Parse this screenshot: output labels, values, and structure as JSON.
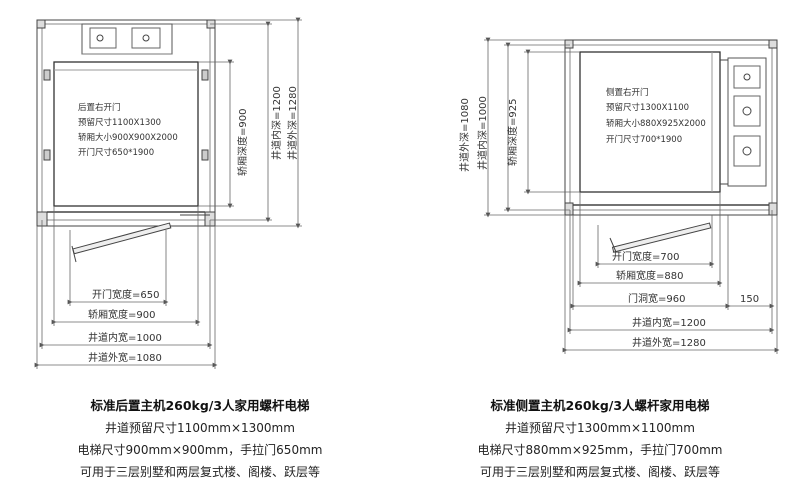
{
  "left": {
    "notes": [
      "后置右开门",
      "预留尺寸1100X1300",
      "轿厢大小900X900X2000",
      "开门尺寸650*1900"
    ],
    "dims": {
      "car_depth": "轿厢深度=900",
      "shaft_inner_depth": "井道内深=1200",
      "shaft_outer_depth": "井道外深=1280",
      "door_width": "开门宽度=650",
      "car_width": "轿厢宽度=900",
      "shaft_inner_width": "井道内宽=1000",
      "shaft_outer_width": "井道外宽=1080"
    },
    "caption": {
      "title": "标准后置主机260kg/3人家用螺杆电梯",
      "line1": "井道预留尺寸1100mm×1300mm",
      "line2": "电梯尺寸900mm×900mm，手拉门650mm",
      "line3": "可用于三层别墅和两层复式楼、阁楼、跃层等"
    }
  },
  "right": {
    "notes": [
      "侧置右开门",
      "预留尺寸1300X1100",
      "轿厢大小880X925X2000",
      "开门尺寸700*1900"
    ],
    "dims": {
      "shaft_outer_depth": "井道外深=1080",
      "shaft_inner_depth": "井道内深=1000",
      "car_depth": "轿厢深度=925",
      "door_width": "开门宽度=700",
      "car_width": "轿厢宽度=880",
      "doorway_width": "门洞宽=960",
      "side_gap": "150",
      "shaft_inner_width": "井道内宽=1200",
      "shaft_outer_width": "井道外宽=1280"
    },
    "caption": {
      "title": "标准侧置主机260kg/3人螺杆家用电梯",
      "line1": "井道预留尺寸1300mm×1100mm",
      "line2": "电梯尺寸880mm×925mm，手拉门700mm",
      "line3": "可用于三层别墅和两层复式楼、阁楼、跃层等"
    }
  }
}
